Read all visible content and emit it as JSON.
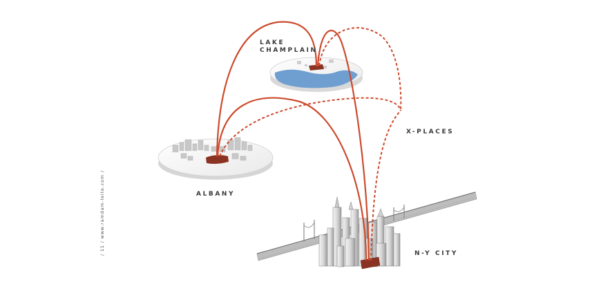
{
  "labels": {
    "lake_line1": "LAKE",
    "lake_line2": "CHAMPLAIN",
    "x_places": "X-PLACES",
    "albany": "ALBANY",
    "ny_city": "N-Y CITY"
  },
  "credit": "/ 11 / www.ramdam-leite.com /",
  "colors": {
    "arc": "#cc4a2c",
    "lake_water": "#6f9fd0",
    "pad_marker": "#8a3322",
    "text": "#3a3a3a"
  },
  "icons": [
    "island-lake-champlain",
    "island-albany",
    "city-skyline",
    "bridge"
  ]
}
